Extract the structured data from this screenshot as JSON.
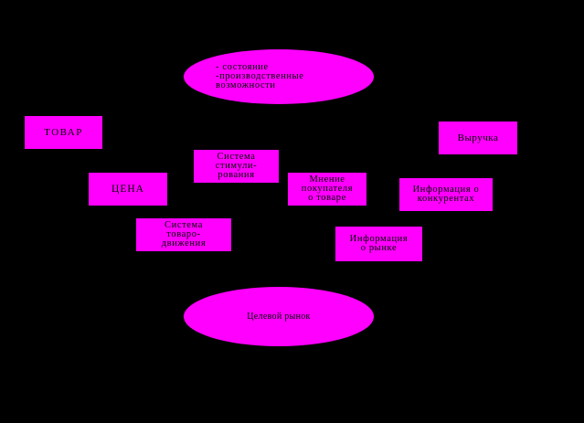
{
  "colors": {
    "background": "#000000",
    "node_fill": "#ff00ff",
    "text": "#000000"
  },
  "nodes": {
    "state": "- состояние\n-производственные\nвозможности",
    "tovar": "ТОВАР",
    "revenue": "Выручка",
    "stimulation": "Система\nстимули-\nрования",
    "price": "ЦЕНА",
    "opinion": "Мнение\nпокупателя\nо товаре",
    "competitors": "Информация о\nконкурентах",
    "distribution": "Система\nтоваро-\nдвижения",
    "market_info": "Информация\nо рынке",
    "target_market": "Целевой рынок"
  }
}
